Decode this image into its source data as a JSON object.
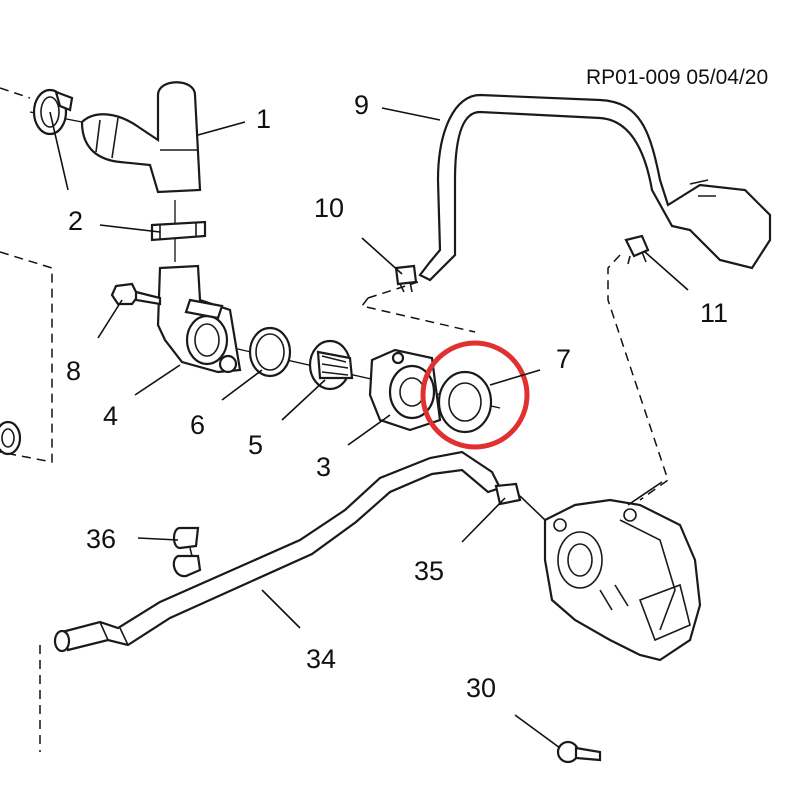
{
  "document_ref": "RP01-009 05/04/20",
  "highlight_color": "#e03030",
  "callouts": [
    {
      "id": "1",
      "label": "1"
    },
    {
      "id": "2",
      "label": "2"
    },
    {
      "id": "3",
      "label": "3"
    },
    {
      "id": "4",
      "label": "4"
    },
    {
      "id": "5",
      "label": "5"
    },
    {
      "id": "6",
      "label": "6"
    },
    {
      "id": "7",
      "label": "7"
    },
    {
      "id": "8",
      "label": "8"
    },
    {
      "id": "9",
      "label": "9"
    },
    {
      "id": "10",
      "label": "10"
    },
    {
      "id": "11",
      "label": "11"
    },
    {
      "id": "30",
      "label": "30"
    },
    {
      "id": "34",
      "label": "34"
    },
    {
      "id": "35",
      "label": "35"
    },
    {
      "id": "36",
      "label": "36"
    }
  ]
}
